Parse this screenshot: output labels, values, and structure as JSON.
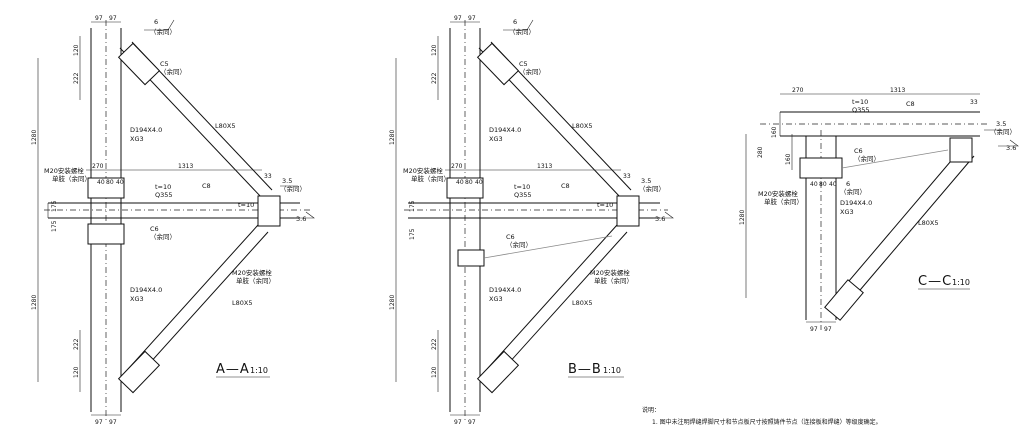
{
  "views": [
    {
      "id": "A",
      "title": "A—A",
      "scale": "1:10",
      "dims": {
        "top_col": [
          "97",
          "97"
        ],
        "bot_col": [
          "97",
          "97"
        ],
        "vert_upper": [
          "120",
          "222"
        ],
        "vert_lower": [
          "222",
          "120"
        ],
        "total_upper": "1280",
        "total_lower": "1280",
        "horiz_270": "270",
        "horiz_1313": "1313",
        "mid_small": [
          "40",
          "80",
          "40"
        ],
        "mid_vert": [
          "175",
          "175"
        ],
        "right_small": "33"
      },
      "labels": {
        "tube_upper": "D194X4.0",
        "tube_upper_mat": "XG3",
        "tube_lower": "D194X4.0",
        "tube_lower_mat": "XG3",
        "angle_upper": "L80X5",
        "angle_lower": "L80X5",
        "plate": "t=10",
        "plate_mat": "Q355",
        "c8": "C8",
        "bolt_left": "M20安装螺栓",
        "bolt_left_sub": "单肢（余同）",
        "bolt_right": "M20安装螺栓",
        "bolt_right_sub": "单肢（余同）",
        "weld_top": "6",
        "weld_top_sub": "（余同）",
        "c5": "C5",
        "c5_sub": "（余同）",
        "w35": "3.5",
        "w35_sub": "（余同）",
        "w36": "3.6",
        "c6": "C6",
        "c6_sub": "（余同）",
        "t10_right": "t=10"
      }
    },
    {
      "id": "B",
      "title": "B—B",
      "scale": "1:10",
      "dims": {
        "top_col": [
          "97",
          "97"
        ],
        "bot_col": [
          "97",
          "97"
        ],
        "vert_upper": [
          "120",
          "222"
        ],
        "vert_lower": [
          "222",
          "120"
        ],
        "total_upper": "1280",
        "total_lower": "1280",
        "horiz_270": "270",
        "horiz_1313": "1313",
        "mid_small": [
          "40",
          "80",
          "40"
        ],
        "mid_vert": [
          "175",
          "175"
        ],
        "right_small": "33"
      },
      "labels": {
        "tube_upper": "D194X4.0",
        "tube_upper_mat": "XG3",
        "tube_lower": "D194X4.0",
        "tube_lower_mat": "XG3",
        "angle_upper": "L80X5",
        "angle_lower": "L80X5",
        "plate": "t=10",
        "plate_mat": "Q355",
        "c8": "C8",
        "bolt_left": "M20安装螺栓",
        "bolt_left_sub": "单肢（余同）",
        "bolt_right": "M20安装螺栓",
        "bolt_right_sub": "单肢（余同）",
        "weld_top": "6",
        "weld_top_sub": "（余同）",
        "c5": "C5",
        "c5_sub": "（余同）",
        "w35": "3.5",
        "w35_sub": "（余同）",
        "w36": "3.6",
        "c6": "C6",
        "c6_sub": "（余同）",
        "t10_right": "t=10"
      }
    },
    {
      "id": "C",
      "title": "C—C",
      "scale": "1:10",
      "dims": {
        "horiz_270": "270",
        "horiz_1313": "1313",
        "right_small": "33",
        "mid_vert": [
          "280",
          "160",
          "160"
        ],
        "total": "1280",
        "bot_col": [
          "97",
          "97"
        ],
        "mid_small": [
          "40",
          "80",
          "40"
        ]
      },
      "labels": {
        "plate": "t=10",
        "plate_mat": "Q355",
        "c8": "C8",
        "tube": "D194X4.0",
        "tube_mat": "XG3",
        "angle": "L80X5",
        "bolt": "M20安装螺栓",
        "bolt_sub": "单肢（余同）",
        "w35": "3.5",
        "w35_sub": "（余同）",
        "w36": "3.6",
        "c6": "C6",
        "c6_sub": "（余同）",
        "w6": "6",
        "w6_sub": "（余同）"
      }
    }
  ],
  "notes": {
    "heading": "说明：",
    "line1": "1. 图中未注明焊缝焊脚尺寸和节点板尺寸按照铸件节点（连接板和焊缝）等级度确定。"
  }
}
